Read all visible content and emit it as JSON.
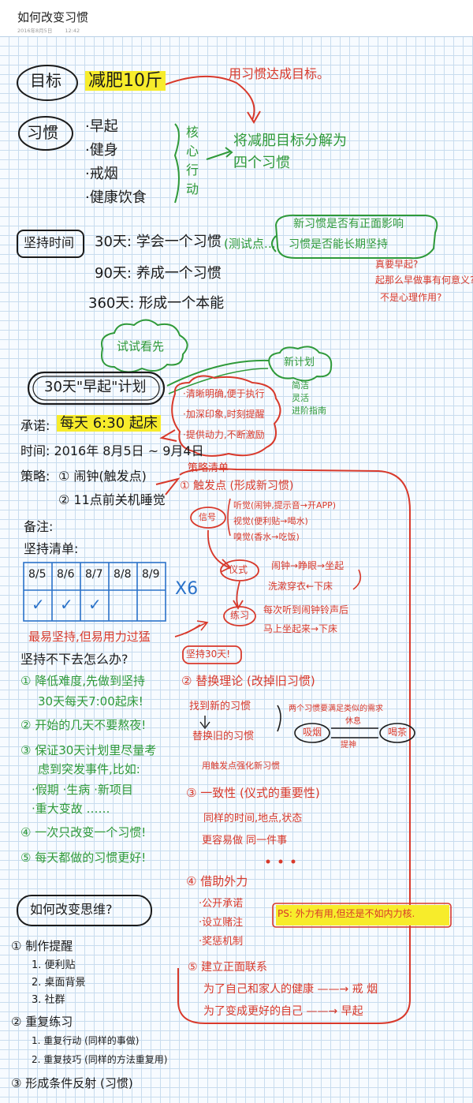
{
  "note": {
    "title": "如何改变习惯",
    "date": "2016年8月5日",
    "time": "12:42"
  },
  "goal": {
    "label": "目标",
    "value": "减肥10斤",
    "side_note": "用习惯达成目标。"
  },
  "habits": {
    "label": "习惯",
    "items": [
      "·早起",
      "·健身",
      "·戒烟",
      "·健康饮食"
    ],
    "core_action": [
      "核",
      "心",
      "行",
      "动"
    ],
    "side_note": [
      "将减肥目标分解为",
      "四个习惯"
    ]
  },
  "persist": {
    "label": "坚持时间",
    "rows": [
      "30天: 学会一个习惯",
      "90天: 养成一个习惯",
      "360天: 形成一个本能"
    ],
    "test_label": "(测试点…",
    "test_notes": [
      "新习惯是否有正面影响",
      "习惯是否能长期坚持"
    ],
    "red_questions": [
      "真要早起?",
      "起那么早做事有何意义?",
      "不是心理作用?"
    ]
  },
  "plan": {
    "cloud_text": "试试看先",
    "title": "30天\"早起\"计划",
    "green_cloud": "新计划",
    "green_list": [
      "简洁",
      "灵活",
      "进阶指南"
    ],
    "red_cloud": [
      "·清晰明确,便于执行",
      "·加深印象,时刻提醒",
      "·提供动力,不断激励"
    ],
    "promise_label": "承诺:",
    "promise_value": "每天 6:30 起床",
    "time_label": "时间: 2016年 8月5日 ~ 9月4日",
    "strategy_label": "策略:",
    "strategies": [
      "① 闹钟(触发点)",
      "② 11点前关机睡觉"
    ],
    "backup_label": "备注:",
    "list_label": "坚持清单:",
    "dates": [
      "8/5",
      "8/6",
      "8/7",
      "8/8",
      "8/9"
    ],
    "checks": [
      true,
      true,
      true,
      false,
      false
    ],
    "x_count": "X6"
  },
  "hardest": {
    "title": "最易坚持,但易用力过猛",
    "question": "坚持不下去怎么办?",
    "tips": [
      "① 降低难度,先做到坚持",
      "30天每天7:00起床!",
      "② 开始的几天不要熬夜!",
      "③ 保证30天计划里尽量考",
      "虑到突发事件,比如:",
      "·假期 ·生病 ·新项目",
      "·重大变故 ……",
      "④ 一次只改变一个习惯!",
      "⑤ 每天都做的习惯更好!"
    ]
  },
  "strategy_list": {
    "title": "策略清单",
    "item1": "① 触发点 (形成新习惯)",
    "trigger_box": "信号",
    "senses": [
      "听觉(闹钟,提示音→开APP)",
      "视觉(便利贴→喝水)",
      "嗅觉(香水→吃饭)"
    ],
    "ritual_box": "仪式",
    "ritual_chain": "闹钟→睁眼→坐起",
    "ritual_chain2": "洗漱穿衣←下床",
    "practice_box": "练习",
    "practice_text": [
      "每次听到闹钟铃声后",
      "马上坐起来→下床"
    ],
    "persist_box": "坚持30天!",
    "item2": "② 替换理论 (改掉旧习惯)",
    "replace_lines": [
      "找到新的习惯",
      "替换旧的习惯"
    ],
    "replace_note": "两个习惯要满足类似的需求",
    "smoke_box": "吸烟",
    "relax": "休息",
    "refresh": "提神",
    "drink_box": "喝茶",
    "fade": "用触发点强化新习惯",
    "item3": "③ 一致性 (仪式的重要性)",
    "consistency": [
      "同样的时间,地点,状态",
      "更容易做 同一件事"
    ],
    "item4": "④ 借助外力",
    "outside": [
      "·公开承诺",
      "·设立赌注",
      "·奖惩机制"
    ],
    "ps": "PS: 外力有用,但还是不如内力核.",
    "item5": "⑤ 建立正面联系",
    "positive": [
      "为了自己和家人的健康 ——→ 戒 烟",
      "为了变成更好的自己 ——→ 早起"
    ]
  },
  "mindset": {
    "title": "如何改变思维?",
    "items": [
      "① 制作提醒",
      "1. 便利贴",
      "2. 桌面背景",
      "3. 社群",
      "② 重复练习",
      "1. 重复行动 (同样的事做)",
      "2. 重复技巧 (同样的方法重复用)",
      "③ 形成条件反射 (习惯)"
    ]
  },
  "colors": {
    "ink": "#1b1b1b",
    "red": "#d8392b",
    "green": "#2f9a3a",
    "highlight": "#f7ec2b",
    "grid": "#c8dcee",
    "list_blue": "#2a72c9"
  }
}
